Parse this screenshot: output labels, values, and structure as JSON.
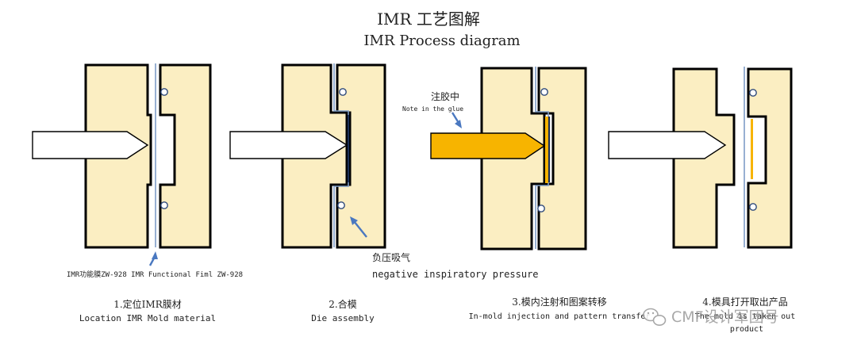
{
  "title": {
    "cn": "IMR 工艺图解",
    "en": "IMR Process diagram"
  },
  "annotations": {
    "film_label": "IMR功能膜ZW-928 IMR Functional Fiml ZW-928",
    "pressure_cn": "负压吸气",
    "pressure_en": "negative inspiratory pressure",
    "glue_cn": "注胶中",
    "glue_en": "Note in the glue"
  },
  "steps": [
    {
      "cn": "1.定位IMR膜材",
      "en": "Location IMR Mold material"
    },
    {
      "cn": "2.合模",
      "en": "Die assembly"
    },
    {
      "cn": "3.模内注射和图案转移",
      "en": "In-mold injection and pattern transfer"
    },
    {
      "cn": "4.模具打开取出产品",
      "en_line1": "The mold is taken out",
      "en_line2": "product"
    }
  ],
  "watermark": {
    "text": "CMF设计军团号",
    "icon": "wechat-icon"
  },
  "colors": {
    "mold_fill": "#fbeec2",
    "glue": "#f7b400",
    "film": "#7f9dc6",
    "pointer": "#4a78c0"
  }
}
